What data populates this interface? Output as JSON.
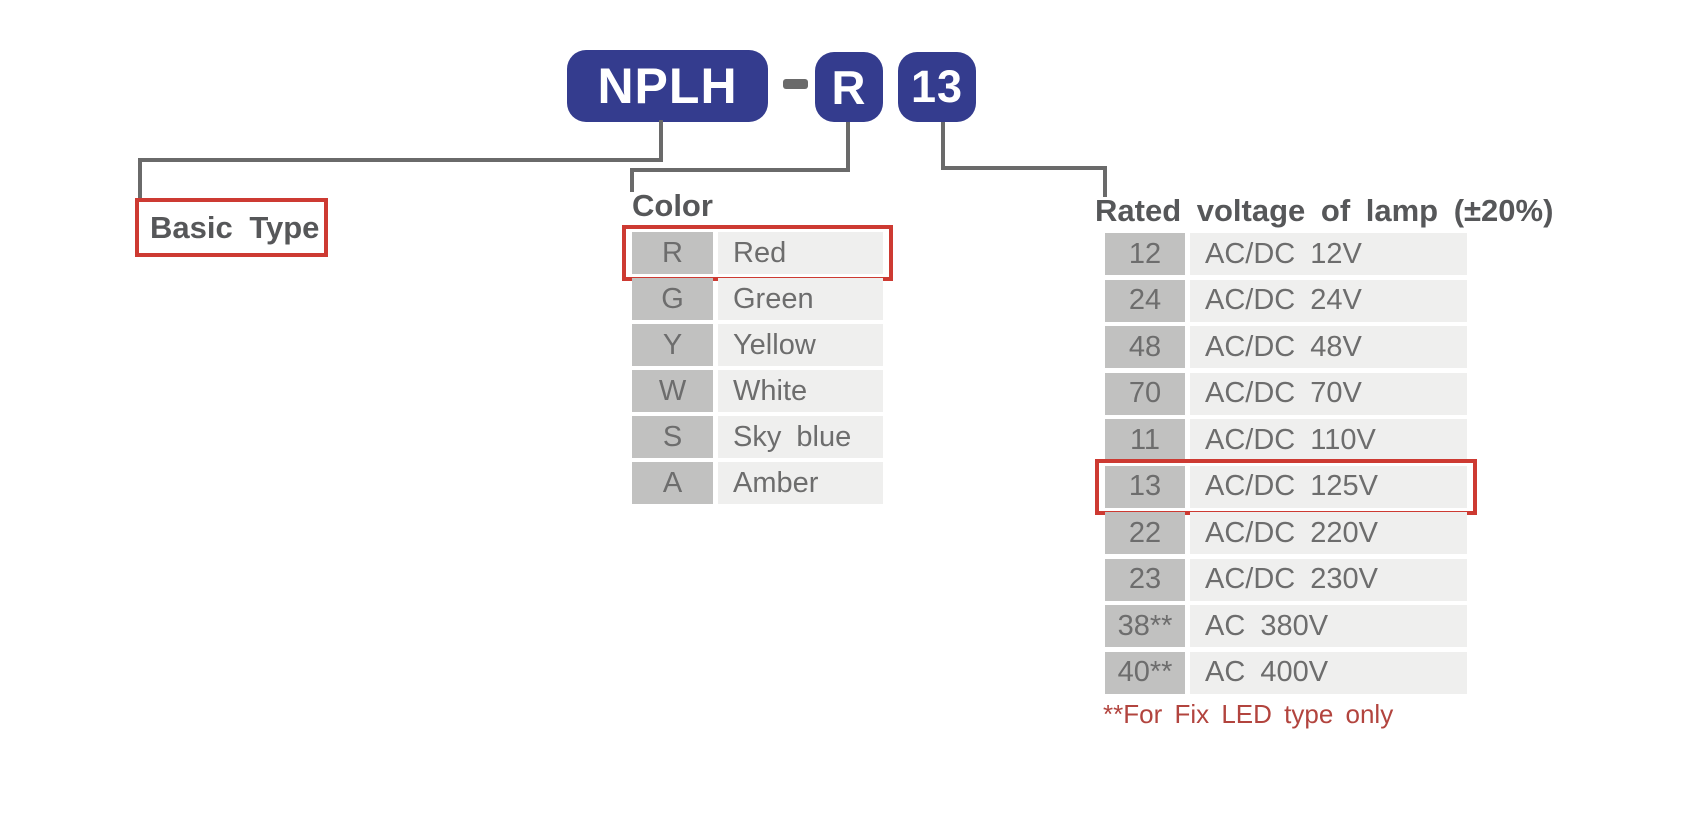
{
  "product_code": {
    "basic": "NPLH",
    "separator": "-",
    "color_code": "R",
    "voltage_code": "13"
  },
  "basic_type": {
    "label": "Basic Type"
  },
  "color_section": {
    "title": "Color",
    "rows": [
      {
        "code": "R",
        "label": "Red",
        "highlighted": true
      },
      {
        "code": "G",
        "label": "Green",
        "highlighted": false
      },
      {
        "code": "Y",
        "label": "Yellow",
        "highlighted": false
      },
      {
        "code": "W",
        "label": "White",
        "highlighted": false
      },
      {
        "code": "S",
        "label": "Sky blue",
        "highlighted": false
      },
      {
        "code": "A",
        "label": "Amber",
        "highlighted": false
      }
    ]
  },
  "voltage_section": {
    "title": "Rated voltage of lamp (±20%)",
    "rows": [
      {
        "code": "12",
        "label": "AC/DC 12V",
        "highlighted": false
      },
      {
        "code": "24",
        "label": "AC/DC 24V",
        "highlighted": false
      },
      {
        "code": "48",
        "label": "AC/DC 48V",
        "highlighted": false
      },
      {
        "code": "70",
        "label": "AC/DC 70V",
        "highlighted": false
      },
      {
        "code": "11",
        "label": "AC/DC 110V",
        "highlighted": false
      },
      {
        "code": "13",
        "label": "AC/DC 125V",
        "highlighted": true
      },
      {
        "code": "22",
        "label": "AC/DC 220V",
        "highlighted": false
      },
      {
        "code": "23",
        "label": "AC/DC 230V",
        "highlighted": false
      },
      {
        "code": "38**",
        "label": "AC 380V",
        "highlighted": false
      },
      {
        "code": "40**",
        "label": "AC 400V",
        "highlighted": false
      }
    ],
    "footnote": "**For Fix LED type only"
  },
  "colors": {
    "badge_blue": "#343c8e",
    "highlight_red": "#cd3a32",
    "footnote_red": "#b2443e",
    "connector_gray": "#6a6a6a",
    "code_cell_gray": "#c1c1c0",
    "label_cell_gray": "#efefee",
    "table_text_gray": "#6d6d6d",
    "title_text_gray": "#565759"
  }
}
